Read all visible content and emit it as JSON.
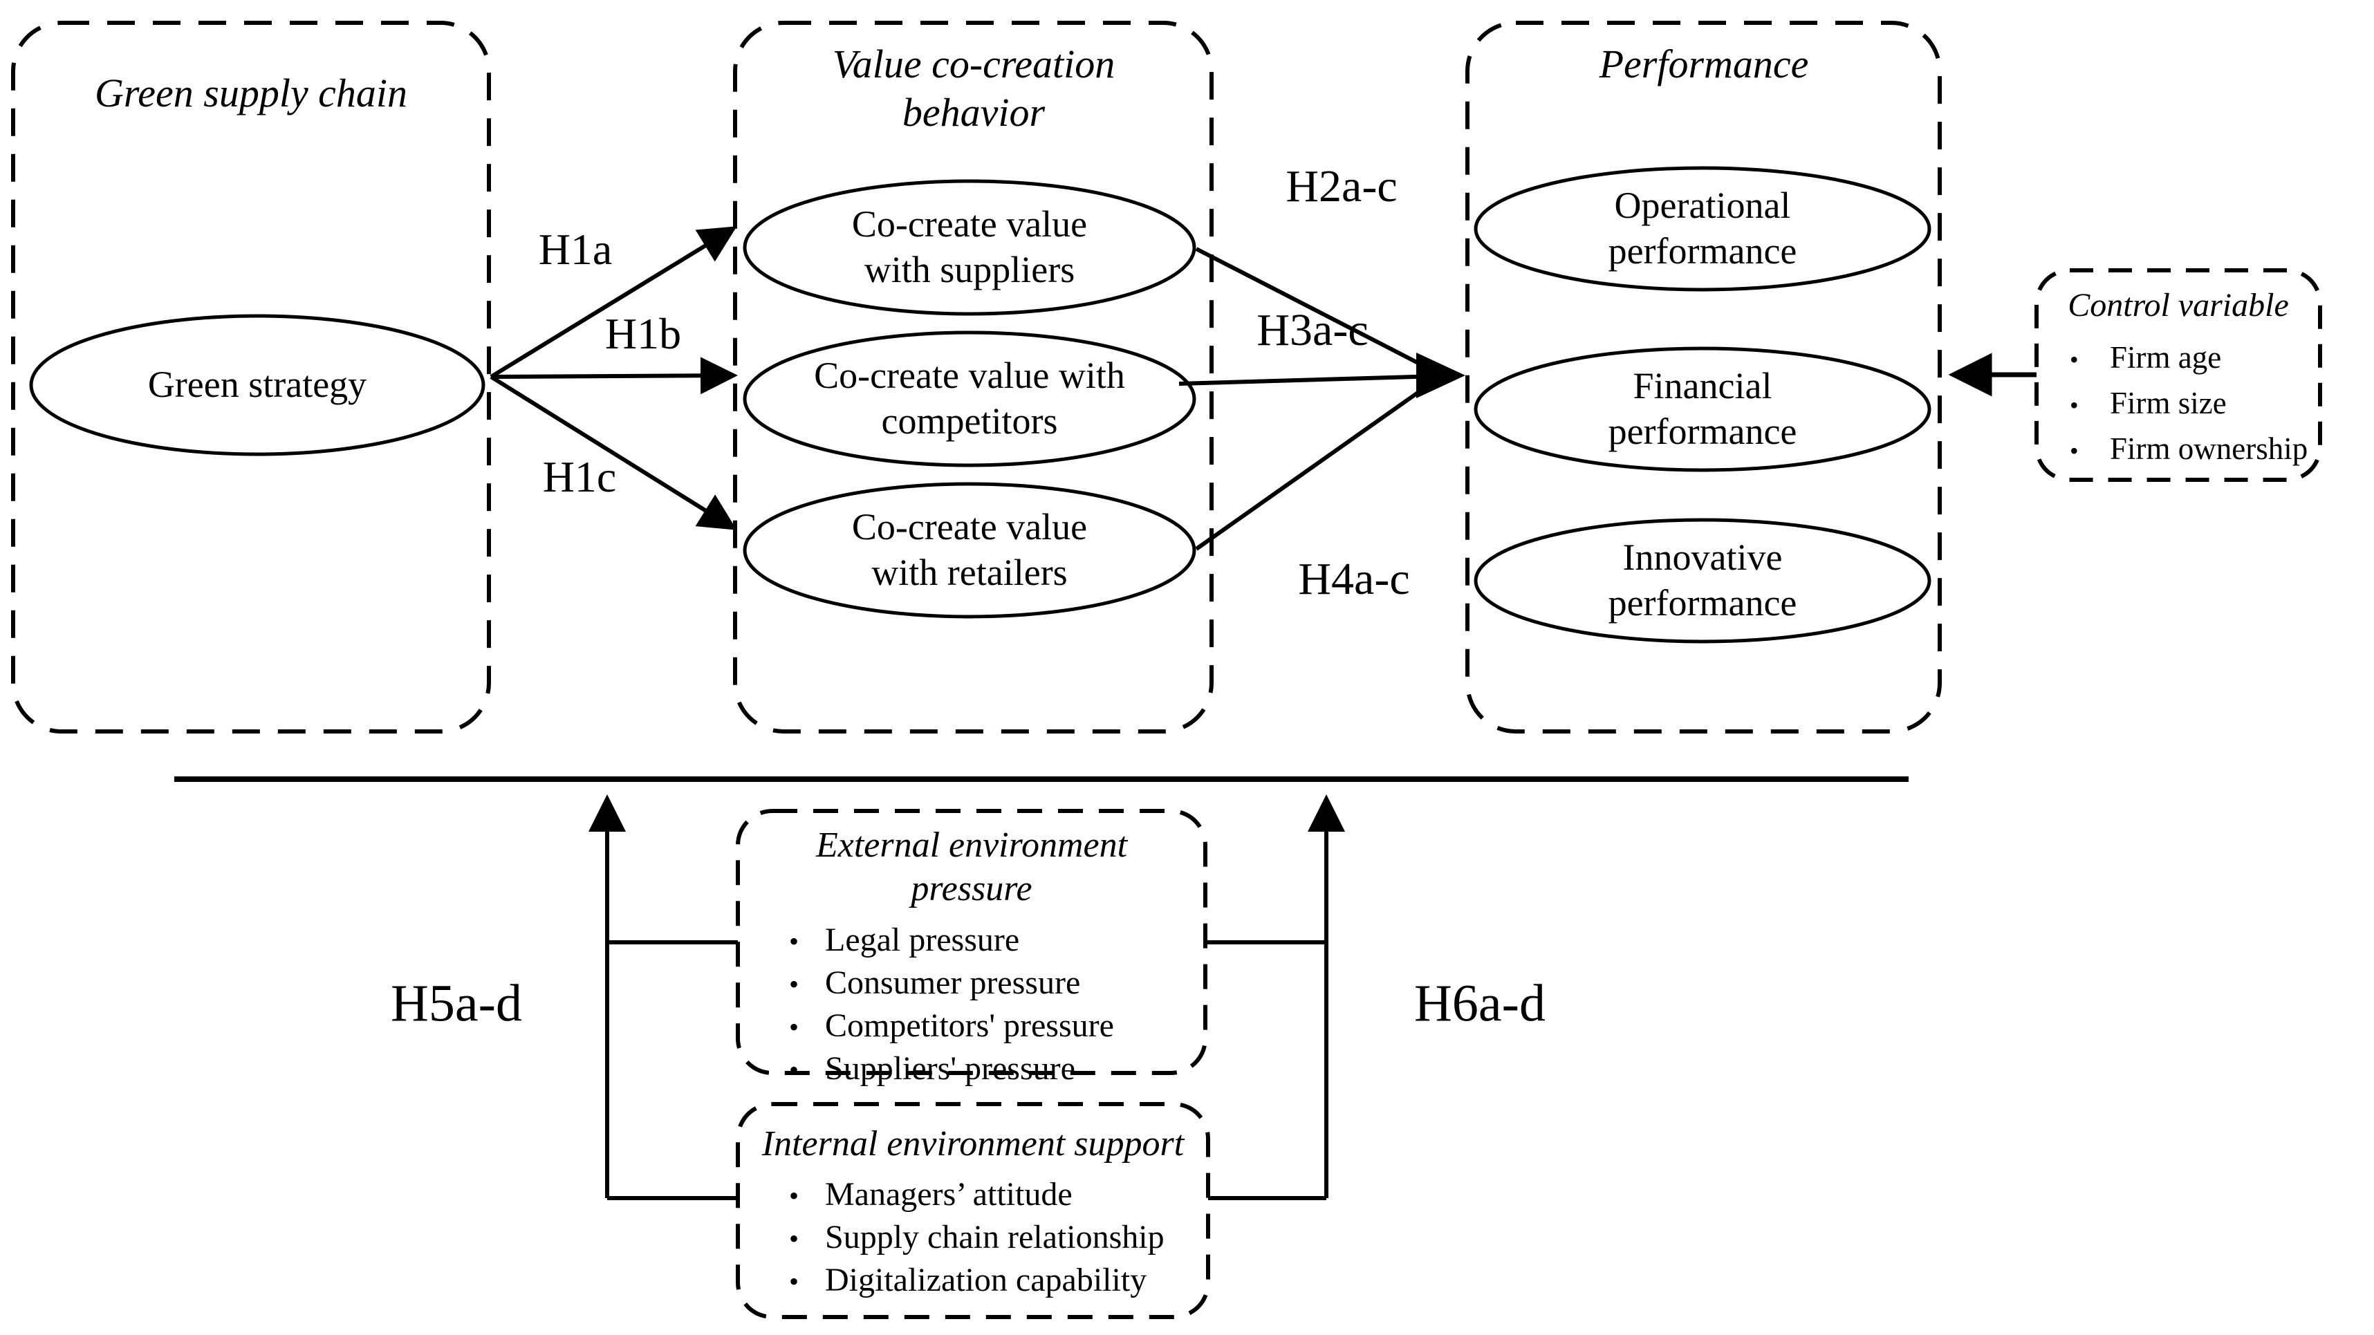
{
  "bullet_char": "•",
  "columns": {
    "green": {
      "title": "Green supply chain",
      "ellipse": "Green strategy"
    },
    "vcc": {
      "title": "Value co-creation behavior",
      "ellipses": [
        "Co-create value with suppliers",
        "Co-create value with competitors",
        "Co-create value with retailers"
      ]
    },
    "performance": {
      "title": "Performance",
      "ellipses": [
        "Operational performance",
        "Financial performance",
        "Innovative performance"
      ]
    }
  },
  "control": {
    "title": "Control variable",
    "items": [
      "Firm age",
      "Firm size",
      "Firm ownership"
    ]
  },
  "moderators": {
    "external": {
      "title": "External environment pressure",
      "items": [
        "Legal pressure",
        "Consumer pressure",
        "Competitors' pressure",
        "Suppliers' pressure"
      ]
    },
    "internal": {
      "title": "Internal environment support",
      "items": [
        "Managers’ attitude",
        "Supply chain relationship",
        "Digitalization capability"
      ]
    }
  },
  "hypotheses": {
    "h1a": "H1a",
    "h1b": "H1b",
    "h1c": "H1c",
    "h2": "H2a-c",
    "h3": "H3a-c",
    "h4": "H4a-c",
    "h5": "H5a-d",
    "h6": "H6a-d"
  }
}
